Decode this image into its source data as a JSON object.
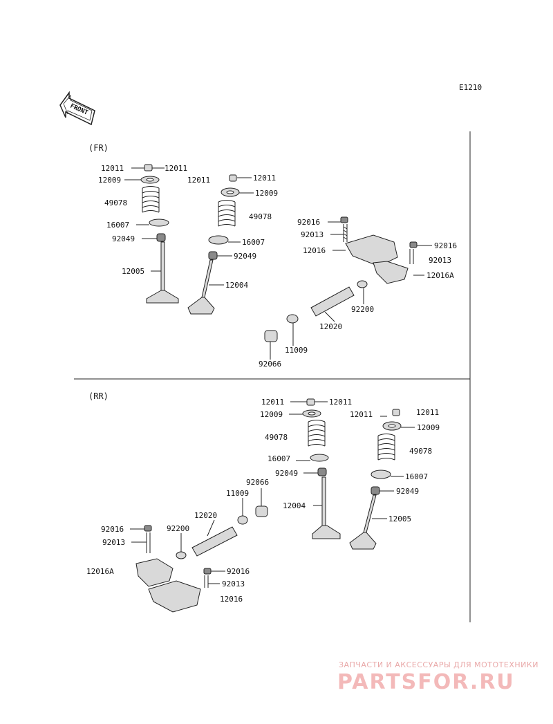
{
  "diagram_code": "E1210",
  "front_label": "FRONT",
  "sections": {
    "fr": "(FR)",
    "rr": "(RR)"
  },
  "fr_labels": {
    "a1": "12011",
    "a2": "12011",
    "a3": "12009",
    "a4": "49078",
    "a5": "16007",
    "a6": "92049",
    "a7": "12005",
    "b1": "12011",
    "b2": "12011",
    "b3": "12009",
    "b4": "49078",
    "b5": "16007",
    "b6": "92049",
    "b7": "12004",
    "c1": "92016",
    "c2": "92013",
    "c3": "12016",
    "c4": "92016",
    "c5": "92013",
    "c6": "12016A",
    "c7": "92200",
    "c8": "12020",
    "c9": "11009",
    "c10": "92066"
  },
  "rr_labels": {
    "a1": "12011",
    "a2": "12011",
    "a3": "12009",
    "a4": "49078",
    "a5": "16007",
    "a6": "92049",
    "a7": "12004",
    "b1": "12011",
    "b2": "12011",
    "b3": "12009",
    "b4": "49078",
    "b5": "16007",
    "b6": "92049",
    "b7": "12005",
    "c1": "92066",
    "c2": "11009",
    "c3": "12020",
    "c4": "92016",
    "c5": "92200",
    "c6": "92013",
    "c7": "12016A",
    "c8": "92016",
    "c9": "92013",
    "c10": "12016"
  },
  "watermark": {
    "top": "ЗАПЧАСТИ И АКСЕССУАРЫ ДЛЯ МОТОТЕХНИКИ",
    "brand": "PARTSFOR.RU"
  },
  "colors": {
    "line": "#222222",
    "part_fill": "#d9d9d9",
    "watermark": "#f3b9b9"
  }
}
